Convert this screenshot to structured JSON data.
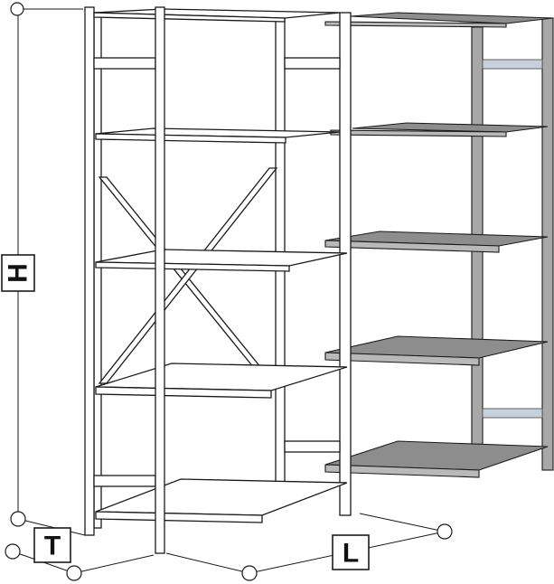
{
  "dimensions": {
    "height_label": "H",
    "depth_label": "T",
    "length_label": "L"
  },
  "colors": {
    "frame": "#1a1a1a",
    "shelf_add_on": "#8d8d8d",
    "background": "#ffffff"
  }
}
